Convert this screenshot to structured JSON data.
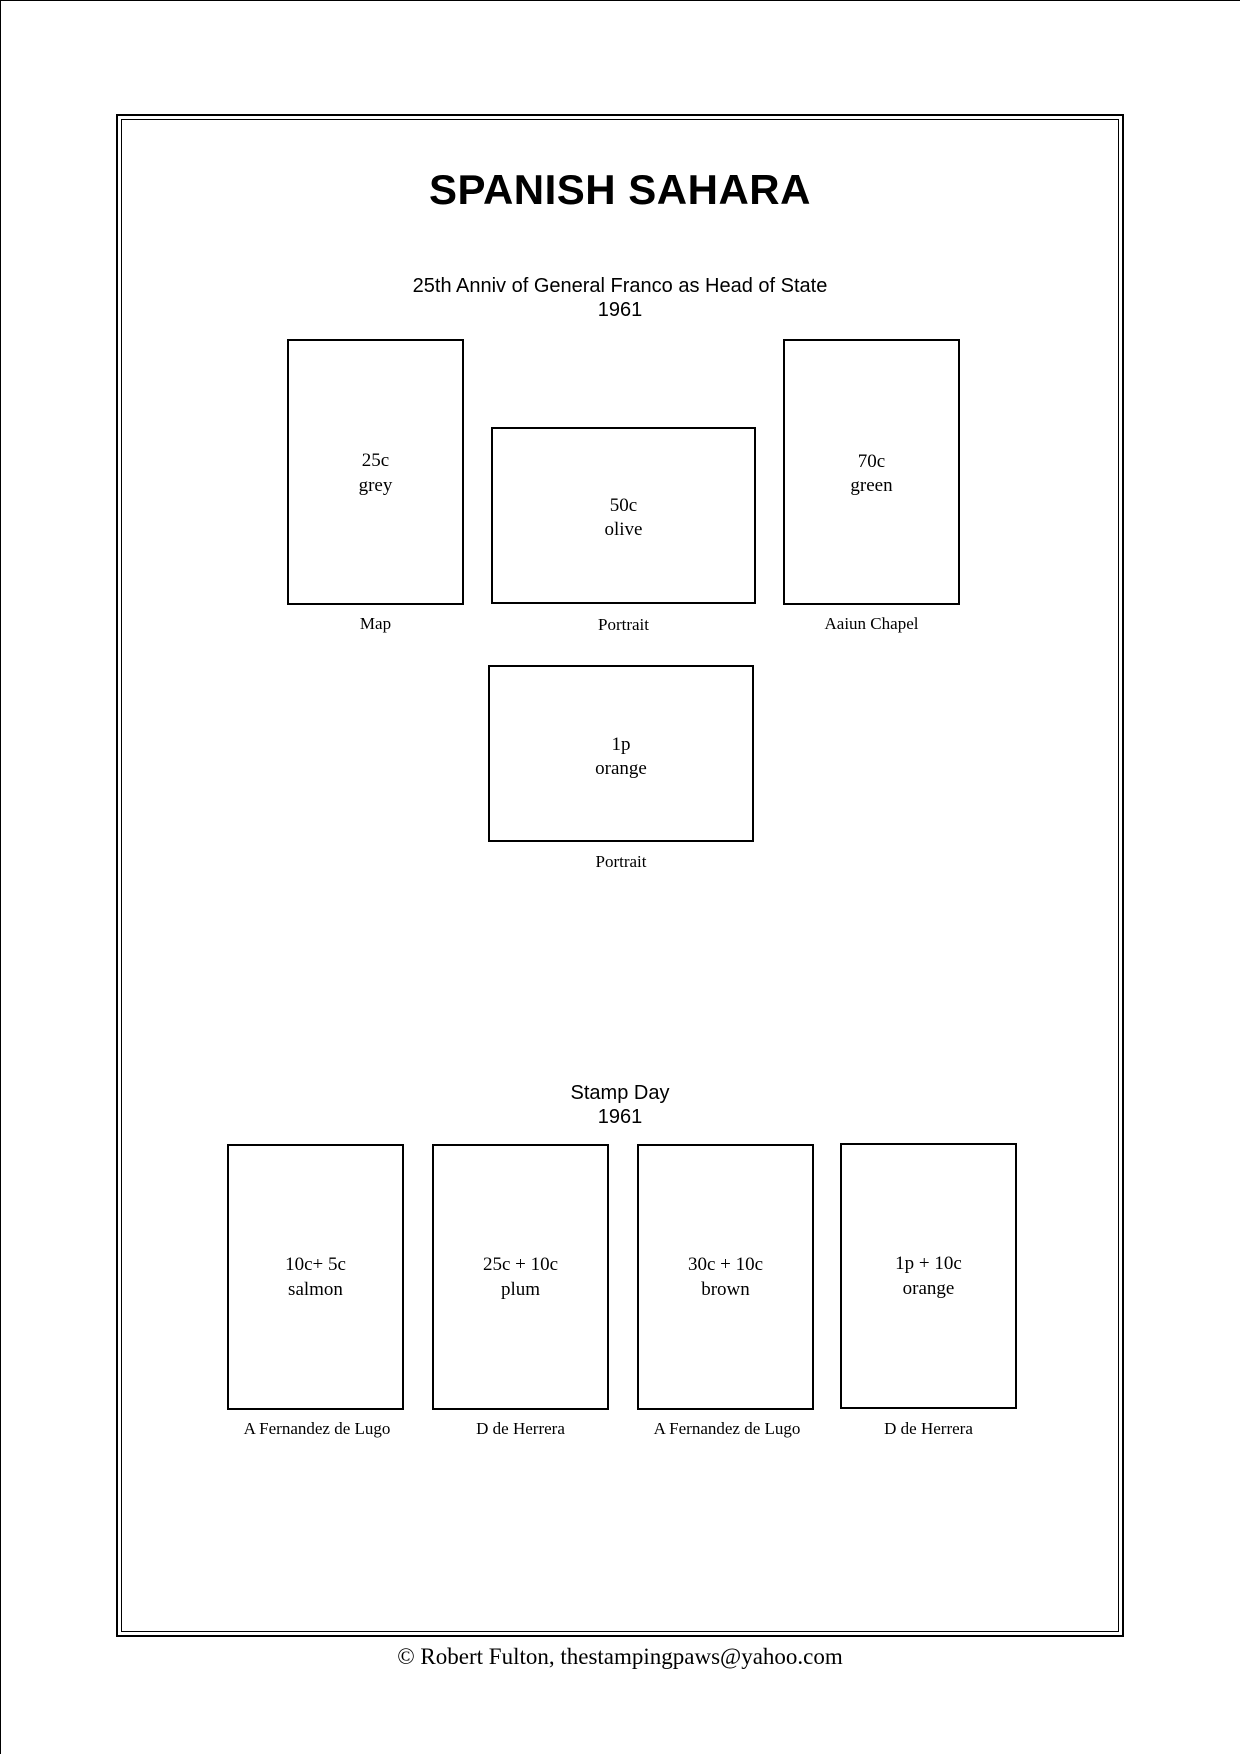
{
  "page": {
    "title": "SPANISH SAHARA",
    "footer": "©  Robert Fulton, thestampingpaws@yahoo.com"
  },
  "sets": [
    {
      "heading": "25th Anniv of General Franco as Head of State",
      "year": "1961",
      "stamps": [
        {
          "value": "25c",
          "color": "grey",
          "caption": "Map"
        },
        {
          "value": "50c",
          "color": "olive",
          "caption": "Portrait"
        },
        {
          "value": "70c",
          "color": "green",
          "caption": "Aaiun Chapel"
        },
        {
          "value": "1p",
          "color": "orange",
          "caption": "Portrait"
        }
      ]
    },
    {
      "heading": "Stamp Day",
      "year": "1961",
      "stamps": [
        {
          "value": "10c+ 5c",
          "color": "salmon",
          "caption": "A Fernandez de Lugo"
        },
        {
          "value": "25c + 10c",
          "color": "plum",
          "caption": "D de Herrera"
        },
        {
          "value": "30c + 10c",
          "color": "brown",
          "caption": "A Fernandez de Lugo"
        },
        {
          "value": "1p + 10c",
          "color": "orange",
          "caption": "D de Herrera"
        }
      ]
    }
  ]
}
